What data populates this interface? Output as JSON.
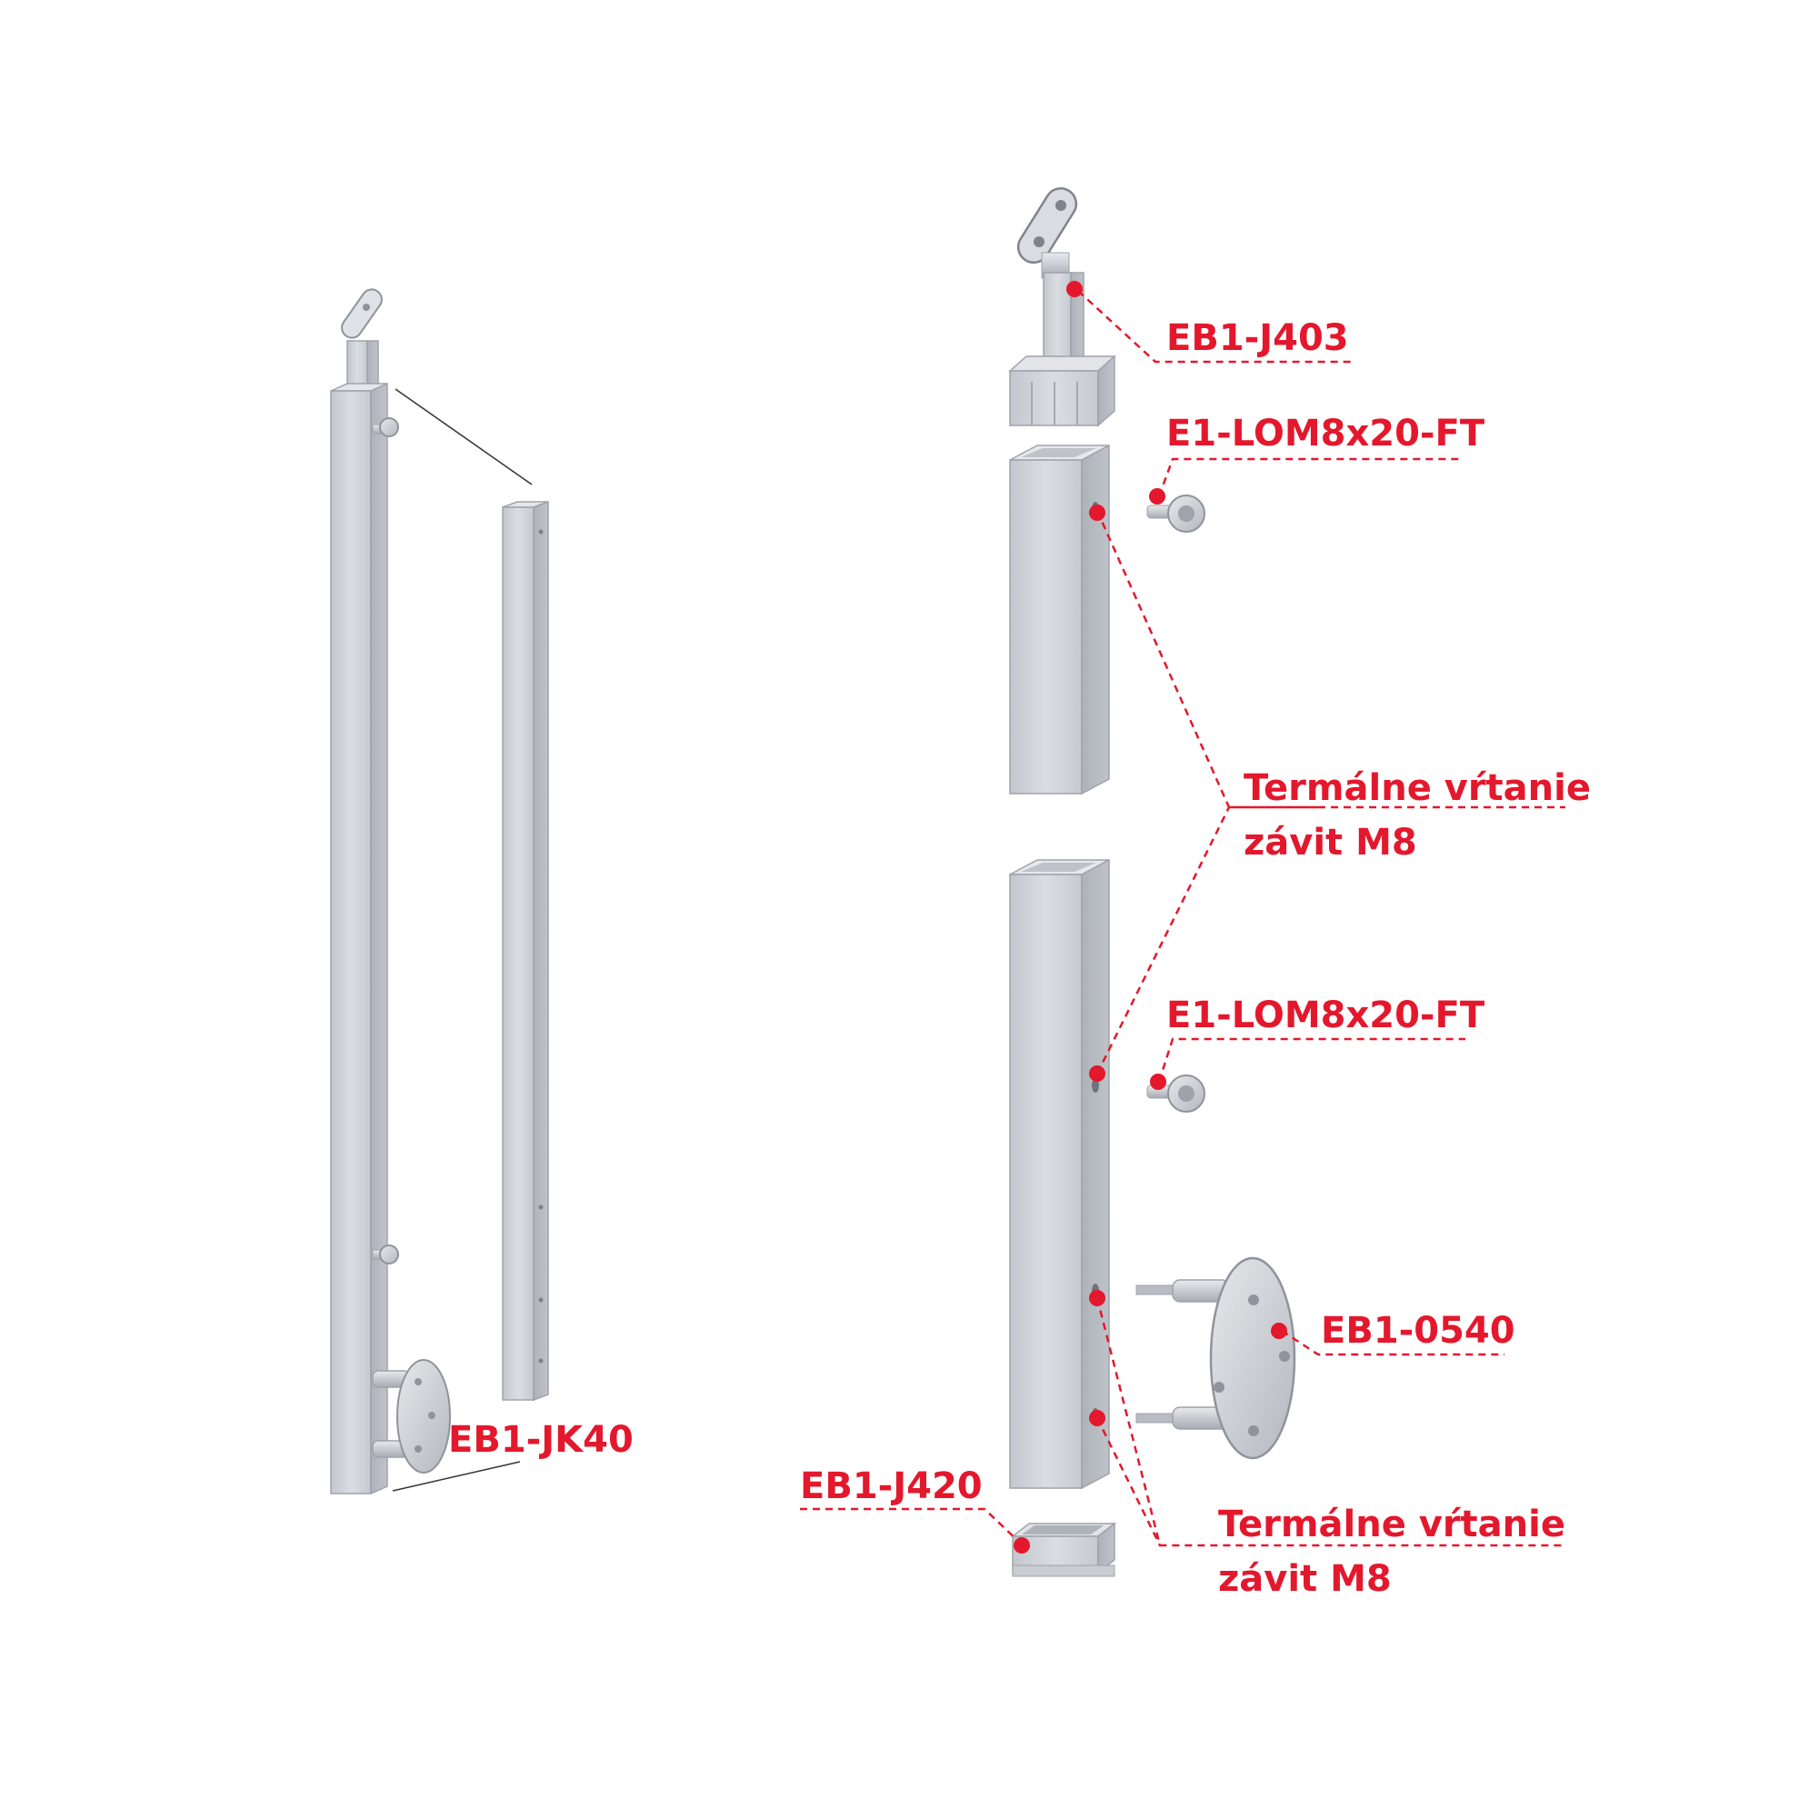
{
  "colors": {
    "accent": "#e3182d",
    "metal_light": "#d2d5da",
    "metal_mid": "#bcc0c7",
    "metal_dark": "#9ea3ab"
  },
  "labels": {
    "left_post": "EB1-JK40",
    "top_adapter": "EB1-J403",
    "bolt_upper": "E1-LOM8x20-FT",
    "drilling_upper_line1": "Termálne vŕtanie",
    "drilling_upper_line2": "závit M8",
    "bolt_lower": "E1-LOM8x20-FT",
    "wall_bracket": "EB1-0540",
    "bottom_cap": "EB1-J420",
    "drilling_lower_line1": "Termálne vŕtanie",
    "drilling_lower_line2": "závit M8"
  }
}
